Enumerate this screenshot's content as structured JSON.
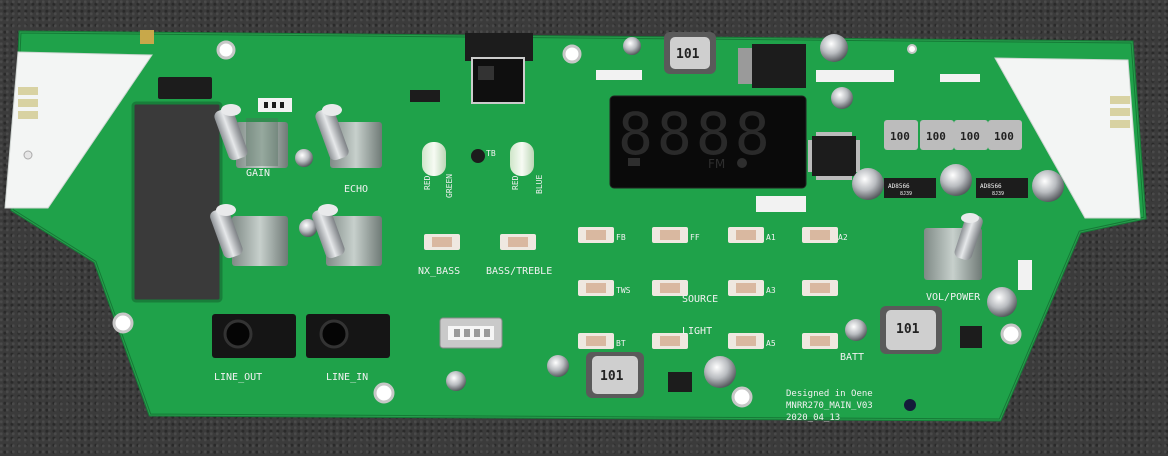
{
  "board": {
    "pcb_color": "#1fa24a",
    "labels": {
      "gain": "GAIN",
      "echo": "ECHO",
      "line_out": "LINE_OUT",
      "line_in": "LINE_IN",
      "nx_bass": "NX_BASS",
      "bass_treble": "BASS/TREBLE",
      "source": "SOURCE",
      "light": "LIGHT",
      "batt": "BATT",
      "vol_power": "VOL/POWER",
      "red1": "RED",
      "green": "GREEN",
      "red2": "RED",
      "blue": "BLUE",
      "fb": "FB",
      "ff": "FF",
      "a1": "A1",
      "a2": "A2",
      "tws": "TWS",
      "a3": "A3",
      "bt": "BT",
      "a5": "A5",
      "led_tb": "TB"
    },
    "inductor_mark": "101",
    "resistor_mark": "100",
    "amp_chip_mark": "AD8566",
    "amp_chip_mark2": "8J39",
    "credits": {
      "line1": "Designed in Oene",
      "line2": "MNRR270_MAIN_V03",
      "line3": "2020_04_13"
    },
    "display": {
      "digits": "8888",
      "fm": "FM",
      "bluetooth_icon": "bluetooth-icon",
      "battery_icon": "battery-icon"
    }
  }
}
